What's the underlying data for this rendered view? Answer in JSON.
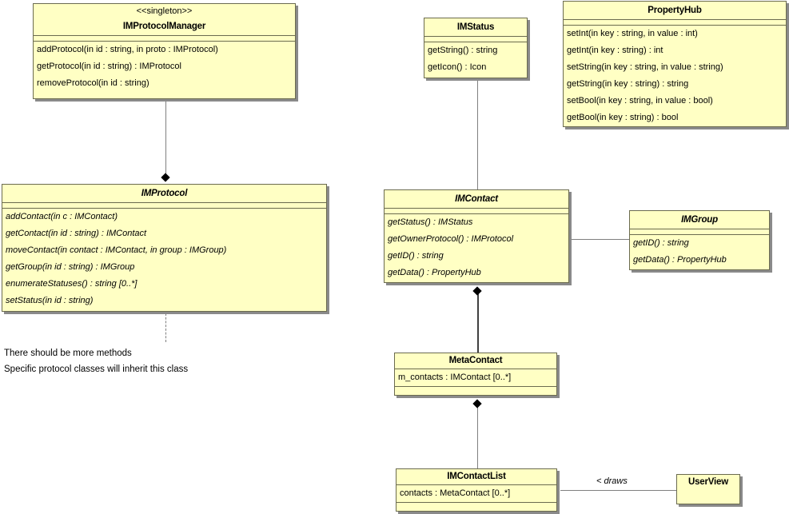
{
  "classes": {
    "protocol_manager": {
      "stereotype": "<<singleton>>",
      "name": "IMProtocolManager",
      "operations": [
        "addProtocol(in id : string, in proto : IMProtocol)",
        "getProtocol(in id : string) : IMProtocol",
        "removeProtocol(in id : string)"
      ]
    },
    "protocol": {
      "name": "IMProtocol",
      "operations": [
        "addContact(in c : IMContact)",
        "getContact(in id : string) : IMContact",
        "moveContact(in contact : IMContact, in group : IMGroup)",
        "getGroup(in id : string) : IMGroup",
        "enumerateStatuses() : string [0..*]",
        "setStatus(in id : string)"
      ]
    },
    "status": {
      "name": "IMStatus",
      "operations": [
        "getString() : string",
        "getIcon() : Icon"
      ]
    },
    "property_hub": {
      "name": "PropertyHub",
      "operations": [
        "setInt(in key : string, in value : int)",
        "getInt(in key : string) : int",
        "setString(in key : string, in value : string)",
        "getString(in key : string) : string",
        "setBool(in key : string, in value : bool)",
        "getBool(in key : string) : bool"
      ]
    },
    "contact": {
      "name": "IMContact",
      "operations": [
        "getStatus() : IMStatus",
        "getOwnerProtocol() : IMProtocol",
        "getID() : string",
        "getData() : PropertyHub"
      ]
    },
    "group": {
      "name": "IMGroup",
      "operations": [
        "getID() : string",
        "getData() : PropertyHub"
      ]
    },
    "meta_contact": {
      "name": "MetaContact",
      "attributes": [
        "m_contacts : IMContact [0..*]"
      ]
    },
    "contact_list": {
      "name": "IMContactList",
      "attributes": [
        "contacts : MetaContact [0..*]"
      ]
    },
    "user_view": {
      "name": "UserView"
    }
  },
  "note": {
    "lines": [
      "There should be more methods",
      "Specific protocol classes will inherit this class"
    ]
  },
  "associations": {
    "draws_label": "< draws"
  }
}
